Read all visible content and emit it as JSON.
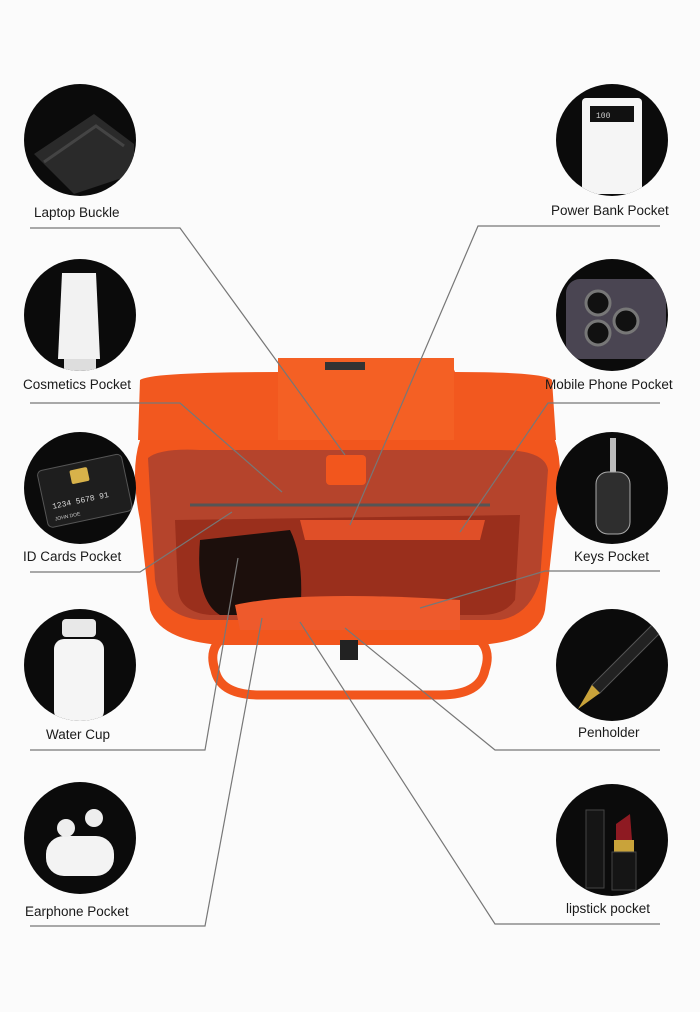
{
  "left_features": [
    {
      "label": "Laptop Buckle",
      "icon": "velcro-strip-icon"
    },
    {
      "label": "Cosmetics Pocket",
      "icon": "cosmetic-tube-icon"
    },
    {
      "label": "ID Cards Pocket",
      "icon": "id-card-icon"
    },
    {
      "label": "Water Cup",
      "icon": "water-bottle-icon"
    },
    {
      "label": "Earphone Pocket",
      "icon": "earbuds-icon"
    }
  ],
  "right_features": [
    {
      "label": "Power Bank Pocket",
      "icon": "power-bank-icon"
    },
    {
      "label": "Mobile Phone Pocket",
      "icon": "smartphone-icon"
    },
    {
      "label": "Keys Pocket",
      "icon": "car-key-icon"
    },
    {
      "label": "Penholder",
      "icon": "fountain-pen-icon"
    },
    {
      "label": "lipstick pocket",
      "icon": "lipstick-icon"
    }
  ],
  "card_text": {
    "number": "1234 5678 91",
    "name": "JOHN DOE"
  },
  "power_bank_display": "100",
  "colors": {
    "bag": "#f2561d",
    "bag_dark": "#c83c12",
    "interior": "#b5442c",
    "circle": "#0b0b0b",
    "line": "#777777"
  }
}
